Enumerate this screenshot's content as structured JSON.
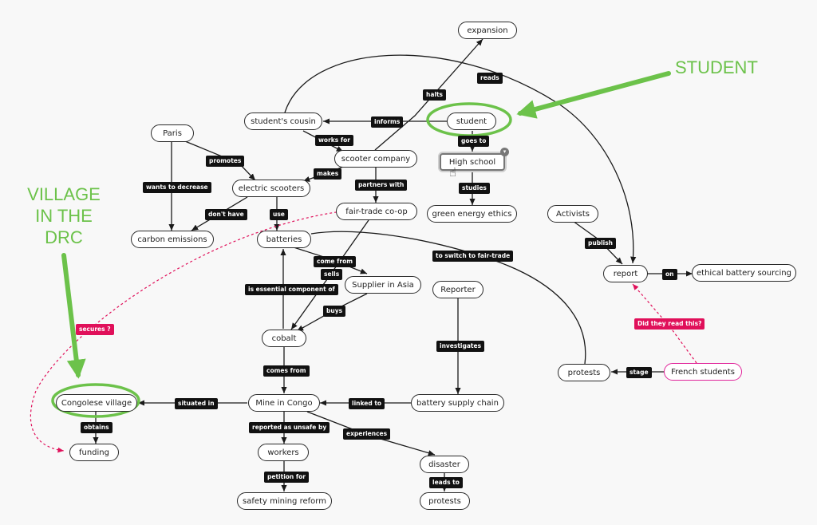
{
  "nodes": {
    "expansion": "expansion",
    "student": "student",
    "students_cousin": "student's cousin",
    "paris": "Paris",
    "scooter_company": "scooter company",
    "high_school": "High school",
    "electric_scooters": "electric scooters",
    "green_energy_ethics": "green energy ethics",
    "fair_trade_coop": "fair-trade co-op",
    "activists": "Activists",
    "carbon_emissions": "carbon emissions",
    "batteries": "batteries",
    "report": "report",
    "ethical_battery_sourcing": "ethical battery sourcing",
    "supplier_in_asia": "Supplier in Asia",
    "reporter": "Reporter",
    "cobalt": "cobalt",
    "protests_right": "protests",
    "french_students": "French students",
    "congolese_village": "Congolese village",
    "mine_in_congo": "Mine in Congo",
    "battery_supply_chain": "battery supply chain",
    "funding": "funding",
    "workers": "workers",
    "disaster": "disaster",
    "safety_mining_reform": "safety mining reform",
    "protests_bottom": "protests"
  },
  "edges": {
    "reads": "reads",
    "halts": "halts",
    "informs": "informs",
    "goes_to": "goes to",
    "works_for": "works for",
    "promotes": "promotes",
    "makes": "makes",
    "studies": "studies",
    "wants_to_decrease": "wants to decrease",
    "partners_with": "partners with",
    "dont_have": "don't have",
    "use": "use",
    "publish": "publish",
    "to_switch_to_fair_trade": "to switch to fair-trade",
    "come_from_batteries": "come from",
    "sells": "sells",
    "on": "on",
    "is_essential_component_of": "is essential component of",
    "did_they_read_this": "Did they read this?",
    "buys": "buys",
    "secures": "secures ?",
    "investigates": "investigates",
    "come_from_cobalt": "comes from",
    "stage": "stage",
    "situated_in": "situated in",
    "linked_to": "linked to",
    "obtains": "obtains",
    "reported_as_unsafe_by": "reported as unsafe by",
    "experiences": "experiences",
    "petition_for": "petition for",
    "leads_to": "leads to"
  },
  "annotations": {
    "student_label": "STUDENT",
    "village_label": "VILLAGE\nIN THE\nDRC",
    "highlight_color": "#6cc24a"
  },
  "colors": {
    "edge": "#1a1a1a",
    "question_link": "#e0105a",
    "pink_node_border": "#e0249a"
  }
}
